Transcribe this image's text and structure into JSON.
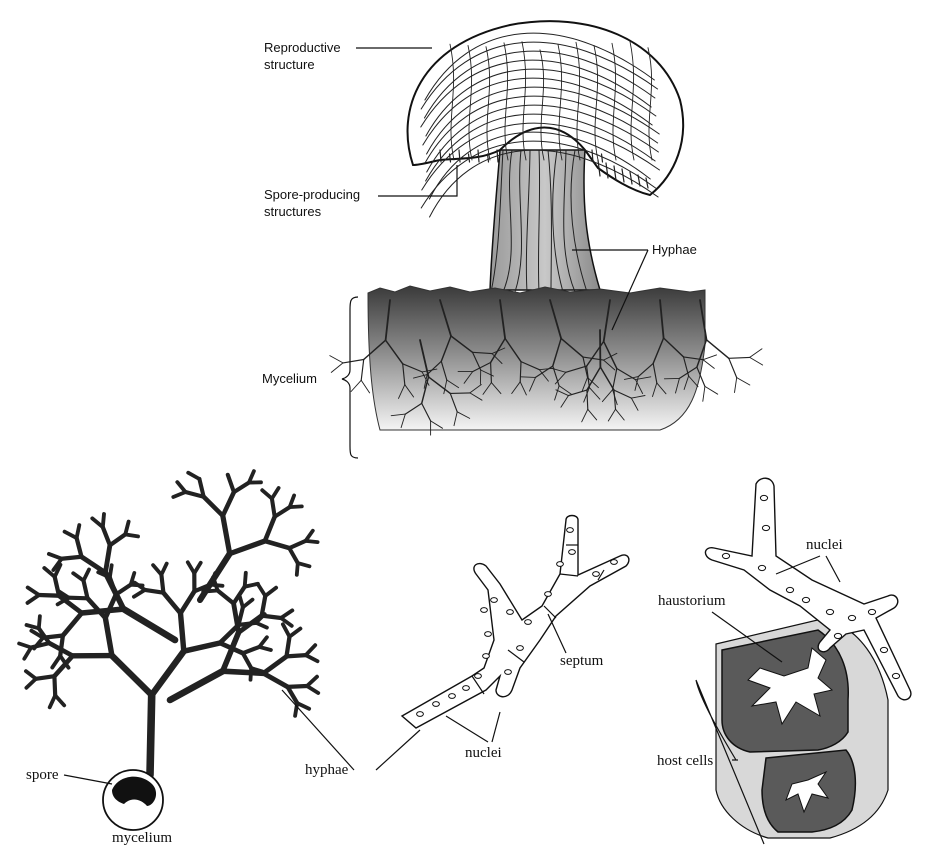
{
  "labels": {
    "reproductive": [
      "Reproductive",
      "structure"
    ],
    "spore_producing": [
      "Spore-producing",
      "structures"
    ],
    "hyphae_top": "Hyphae",
    "mycelium_top": "Mycelium",
    "spore": "spore",
    "hyphae_bottom": "hyphae",
    "mycelium_bottom": "mycelium",
    "nuclei_mid": "nuclei",
    "septum": "septum",
    "nuclei_right": "nuclei",
    "haustorium": "haustorium",
    "host_cells": "host cells"
  },
  "colors": {
    "ink": "#111111",
    "soil_dark": "#3a3a3a",
    "soil_light": "#f4f4f4",
    "host_cell_fill": "#5a5a5a",
    "host_cell_wall": "#d8d8d8"
  }
}
